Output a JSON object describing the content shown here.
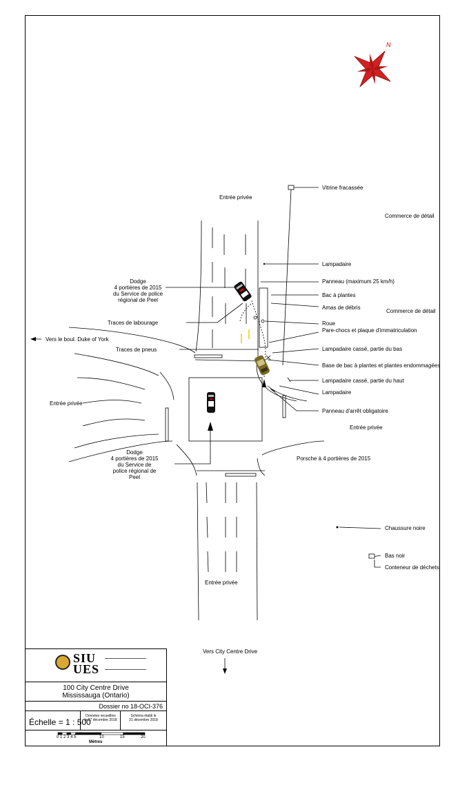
{
  "labels": {
    "entree_privee_top": "Entrée privée",
    "commerce_detail_1": "Commerce de détail",
    "vitrine": "Vitrine fracassée",
    "lampadaire_1": "Lampadaire",
    "dodge_top": "Dodge\n4 portières de 2015\ndu Service de police\nrégional de Peel",
    "panneau_25": "Panneau (maximum 25 km/h)",
    "bac_plantes": "Bac à plantes",
    "amas_debris": "Amas de débris",
    "commerce_detail_2": "Commerce de détail",
    "traces_labourage": "Traces de labourage",
    "roue": "Roue",
    "pare_chocs": "Pare-chocs et plaque d'immatriculation",
    "vers_duke": "Vers le boul. Duke of York",
    "traces_pneus": "Traces de pneus",
    "lampadaire_bas": "Lampadaire cassé, partie du bas",
    "base_bac": "Base de bac à plantes et plantes endommagées",
    "lampadaire_haut": "Lampadaire cassé, partie du haut",
    "lampadaire_2": "Lampadaire",
    "entree_privee_left": "Entrée privée",
    "panneau_arret": "Panneau d'arrêt obligatoire",
    "entree_privee_right": "Entrée privée",
    "dodge_bottom": "Dodge\n4 portières de 2015\ndu Service de\npolice régional de\nPeel",
    "porsche": "Porsche à 4 portières de 2015",
    "chaussure": "Chaussure noire",
    "bas_noir": "Bas noir",
    "conteneur": "Conteneur de déchets",
    "entree_privee_bottom": "Entrée privée",
    "vers_city": "Vers City Centre Drive",
    "compass_n": "N"
  },
  "titleblock": {
    "logo_siu": "SIU",
    "logo_ues": "UES",
    "address_line1": "100 City Centre Drive",
    "address_line2": "Mississauga (Ontario)",
    "dossier": "Dossier no 18-OCI-376",
    "echelle": "Échelle = 1 : 500",
    "donnees": "Données recueillies\nle 27 décembre 2018",
    "schema": "Schéma établi le\n31 décembre 2018",
    "scale_ticks": [
      "0",
      "1",
      "2",
      "3",
      "4",
      "5",
      "10",
      "15",
      "20"
    ],
    "scale_unit": "Mètres"
  }
}
